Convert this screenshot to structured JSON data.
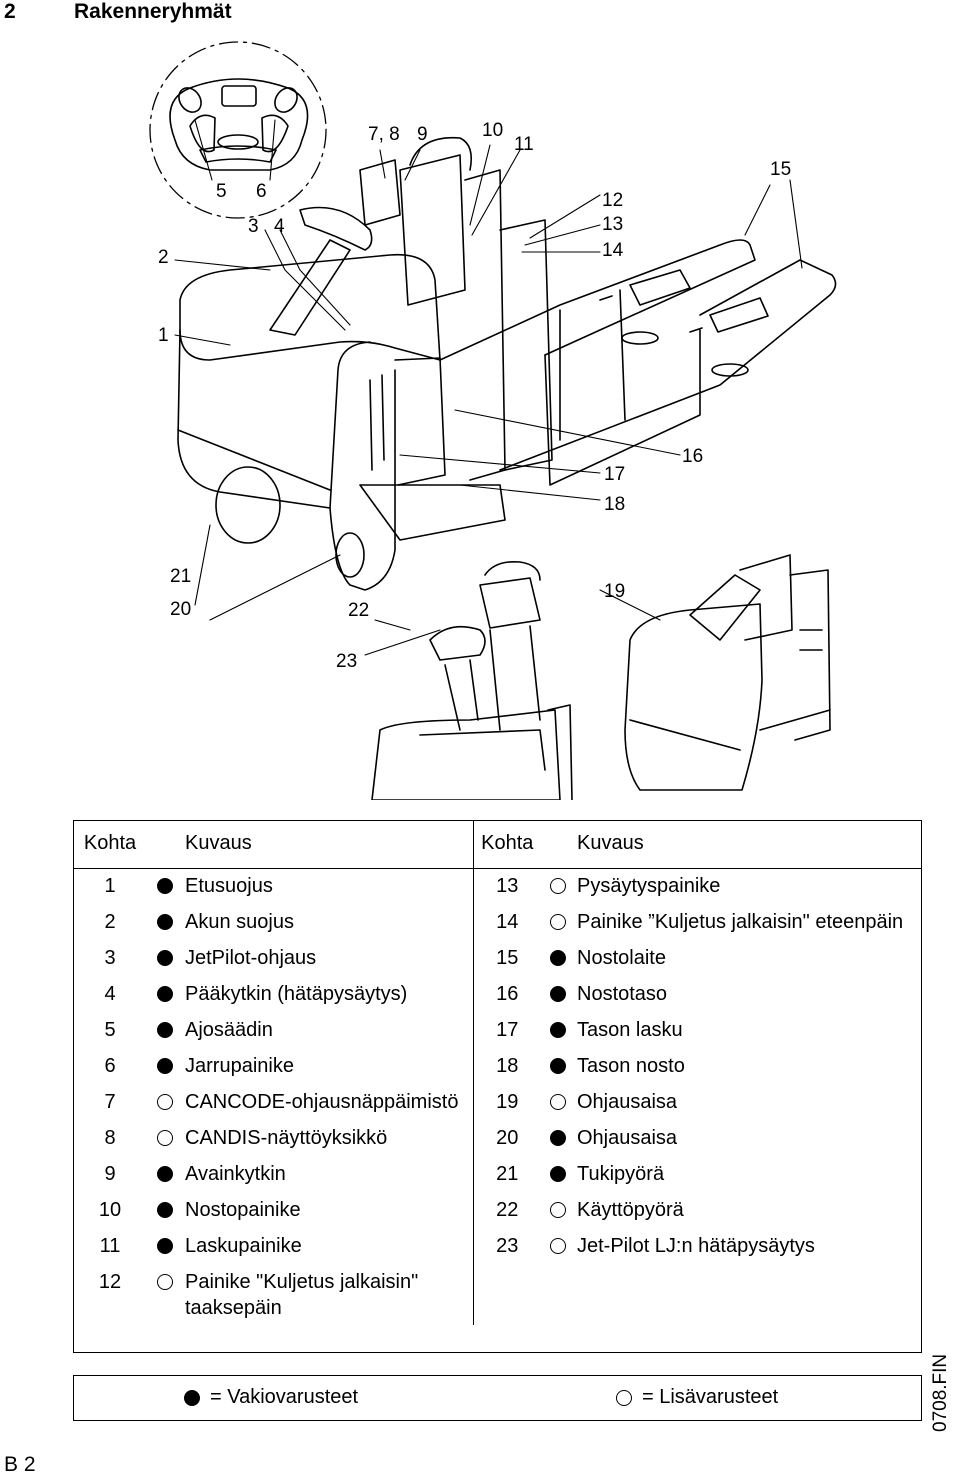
{
  "header": {
    "section_number": "2",
    "title": "Rakenneryhmät"
  },
  "callouts": [
    "1",
    "2",
    "3",
    "4",
    "5",
    "6",
    "7, 8",
    "9",
    "10",
    "11",
    "12",
    "13",
    "14",
    "15",
    "16",
    "17",
    "18",
    "19",
    "20",
    "21",
    "22",
    "23"
  ],
  "table": {
    "headers": [
      "Kohta",
      "Kuvaus",
      "Kohta",
      "Kuvaus"
    ],
    "rows": [
      {
        "left": {
          "num": "1",
          "std": true,
          "desc": "Etusuojus"
        },
        "right": {
          "num": "13",
          "std": false,
          "desc": "Pysäytyspainike"
        }
      },
      {
        "left": {
          "num": "2",
          "std": true,
          "desc": "Akun suojus"
        },
        "right": {
          "num": "14",
          "std": false,
          "desc": "Painike ”Kuljetus jalkaisin\" eteenpäin"
        }
      },
      {
        "left": {
          "num": "3",
          "std": true,
          "desc": "JetPilot-ohjaus"
        },
        "right": {
          "num": "15",
          "std": true,
          "desc": "Nostolaite"
        }
      },
      {
        "left": {
          "num": "4",
          "std": true,
          "desc": "Pääkytkin (hätäpysäytys)"
        },
        "right": {
          "num": "16",
          "std": true,
          "desc": "Nostotaso"
        }
      },
      {
        "left": {
          "num": "5",
          "std": true,
          "desc": "Ajosäädin"
        },
        "right": {
          "num": "17",
          "std": true,
          "desc": "Tason lasku"
        }
      },
      {
        "left": {
          "num": "6",
          "std": true,
          "desc": "Jarrupainike"
        },
        "right": {
          "num": "18",
          "std": true,
          "desc": "Tason nosto"
        }
      },
      {
        "left": {
          "num": "7",
          "std": false,
          "desc": "CANCODE-ohjausnäppäimistö"
        },
        "right": {
          "num": "19",
          "std": false,
          "desc": "Ohjausaisa"
        }
      },
      {
        "left": {
          "num": "8",
          "std": false,
          "desc": "CANDIS-näyttöyksikkö"
        },
        "right": {
          "num": "20",
          "std": true,
          "desc": "Ohjausaisa"
        }
      },
      {
        "left": {
          "num": "9",
          "std": true,
          "desc": "Avainkytkin"
        },
        "right": {
          "num": "21",
          "std": true,
          "desc": "Tukipyörä"
        }
      },
      {
        "left": {
          "num": "10",
          "std": true,
          "desc": "Nostopainike"
        },
        "right": {
          "num": "22",
          "std": false,
          "desc": "Käyttöpyörä"
        }
      },
      {
        "left": {
          "num": "11",
          "std": true,
          "desc": "Laskupainike"
        },
        "right": {
          "num": "23",
          "std": false,
          "desc": "Jet-Pilot LJ:n hätäpysäytys"
        }
      },
      {
        "left": {
          "num": "12",
          "std": false,
          "desc": "Painike \"Kuljetus jalkaisin\" taaksepäin"
        },
        "right": {
          "num": "",
          "std": null,
          "desc": ""
        }
      }
    ]
  },
  "legend": {
    "standard_label": "= Vakiovarusteet",
    "optional_label": "= Lisävarusteet"
  },
  "doc_code": "0708.FIN",
  "page_number": "B 2"
}
